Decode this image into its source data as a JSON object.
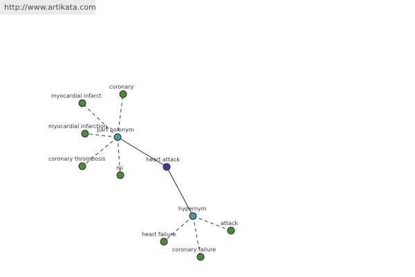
{
  "header": {
    "url": "http://www.artikata.com"
  },
  "colors": {
    "leaf_node": "#4f8a3a",
    "relation_node": "#4b9aa2",
    "root_node": "#3c3c9c"
  },
  "graph": {
    "nodes": [
      {
        "id": "heart-attack",
        "label": "heart attack",
        "kind": "root"
      },
      {
        "id": "part-holonym",
        "label": "part holonym",
        "kind": "relation"
      },
      {
        "id": "hypernym",
        "label": "hypernym",
        "kind": "relation"
      },
      {
        "id": "coronary",
        "label": "coronary",
        "kind": "leaf"
      },
      {
        "id": "myocardial-infarct",
        "label": "myocardial infarct",
        "kind": "leaf"
      },
      {
        "id": "myocardial-infarction",
        "label": "myocardial infarction",
        "kind": "leaf"
      },
      {
        "id": "coronary-thrombosis",
        "label": "coronary thrombosis",
        "kind": "leaf"
      },
      {
        "id": "mi",
        "label": "mi",
        "kind": "leaf"
      },
      {
        "id": "attack",
        "label": "attack",
        "kind": "leaf"
      },
      {
        "id": "heart-failure",
        "label": "heart failure",
        "kind": "leaf"
      },
      {
        "id": "coronary-failure",
        "label": "coronary failure",
        "kind": "leaf"
      }
    ],
    "edges": [
      {
        "from": "heart-attack",
        "to": "part-holonym",
        "style": "solid"
      },
      {
        "from": "heart-attack",
        "to": "hypernym",
        "style": "solid"
      },
      {
        "from": "part-holonym",
        "to": "coronary",
        "style": "dashed"
      },
      {
        "from": "part-holonym",
        "to": "myocardial-infarct",
        "style": "dashed"
      },
      {
        "from": "part-holonym",
        "to": "myocardial-infarction",
        "style": "dashed"
      },
      {
        "from": "part-holonym",
        "to": "coronary-thrombosis",
        "style": "dashed"
      },
      {
        "from": "part-holonym",
        "to": "mi",
        "style": "dashed"
      },
      {
        "from": "hypernym",
        "to": "attack",
        "style": "dashed"
      },
      {
        "from": "hypernym",
        "to": "heart-failure",
        "style": "dashed"
      },
      {
        "from": "hypernym",
        "to": "coronary-failure",
        "style": "dashed"
      }
    ]
  }
}
